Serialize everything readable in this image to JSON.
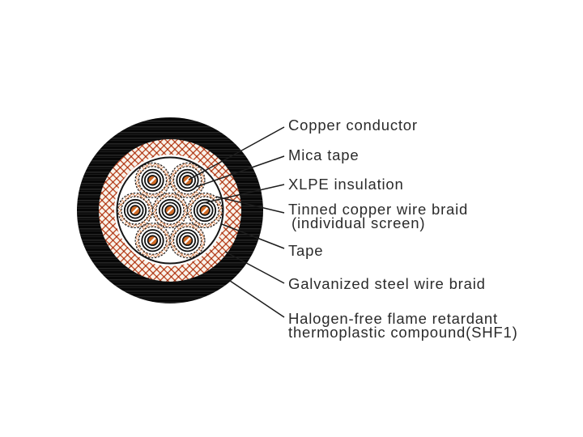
{
  "cable": {
    "description": "Cable cross-section diagram with 7 cores",
    "core_count": 7,
    "labels": [
      {
        "id": "copper-conductor",
        "lines": [
          "Copper conductor"
        ]
      },
      {
        "id": "mica-tape",
        "lines": [
          "Mica tape"
        ]
      },
      {
        "id": "xlpe-insulation",
        "lines": [
          "XLPE insulation"
        ]
      },
      {
        "id": "tinned-copper-wire-braid",
        "lines": [
          "Tinned copper wire braid",
          "(individual screen)"
        ]
      },
      {
        "id": "tape",
        "lines": [
          "Tape"
        ]
      },
      {
        "id": "galvanized-steel-wire-braid",
        "lines": [
          "Galvanized steel wire braid"
        ]
      },
      {
        "id": "halogen-free-sheath",
        "lines": [
          "Halogen-free flame retardant",
          "thermoplastic compound(SHF1)"
        ]
      }
    ],
    "colors": {
      "background": "#ffffff",
      "jacket_black": "#070707",
      "jacket_streak": "#2e2e2e",
      "lattice_bg": "#f8f3eb",
      "lattice_orange": "#c2502c",
      "lattice_dot": "#952c14",
      "core_braid_orange": "#d07a45",
      "conductor_copper": "#cf6a26",
      "leader_line": "#1c1c1c",
      "text": "#2b2b2b"
    }
  }
}
